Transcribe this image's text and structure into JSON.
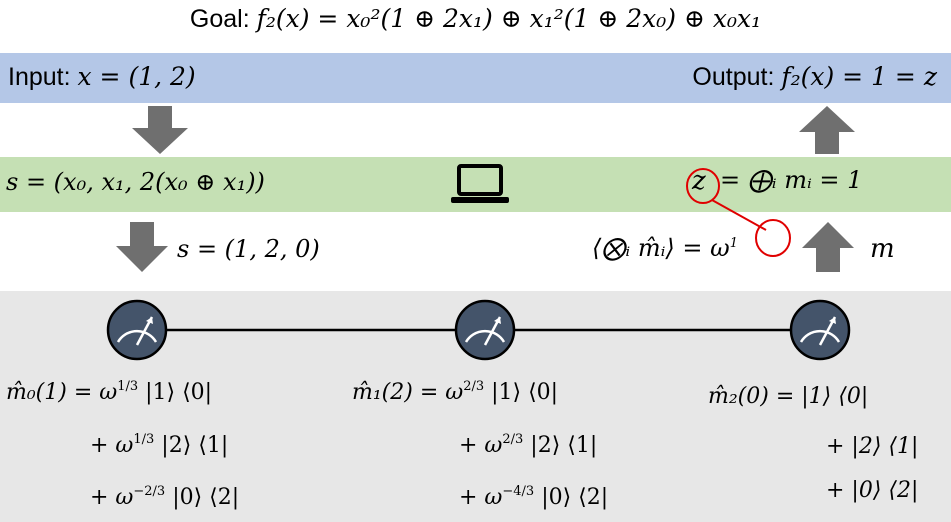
{
  "goal": {
    "prefix": "Goal:",
    "formula": "f₂(x) = x₀²(1 ⊕ 2x₁) ⊕ x₁²(1 ⊕ 2x₀) ⊕ x₀x₁"
  },
  "input": {
    "prefix": "Input:",
    "formula": "x = (1, 2)"
  },
  "output": {
    "prefix": "Output:",
    "formula": "f₂(x) = 1 = z"
  },
  "classical": {
    "s_def": "s = (x₀, x₁, 2(x₀ ⊕ x₁))",
    "z_def": "= ⨁ᵢ mᵢ = 1",
    "z_symbol": "z",
    "computer_icon": "laptop-icon"
  },
  "links": {
    "s_value": "s = (1, 2, 0)",
    "expectation": "⟨⨂ᵢ m̂ᵢ⟩ = ω",
    "exponent_circled": "1",
    "m_label": "m"
  },
  "measurements": [
    {
      "lines": [
        {
          "text": "m̂₀(1) = ω",
          "exp": "1/3",
          "tail": " |1⟩ ⟨0|"
        },
        {
          "text": "+ ω",
          "exp": "1/3",
          "tail": " |2⟩ ⟨1|"
        },
        {
          "text": "+ ω",
          "exp": "−2/3",
          "tail": " |0⟩ ⟨2|"
        }
      ]
    },
    {
      "lines": [
        {
          "text": "m̂₁(2) = ω",
          "exp": "2/3",
          "tail": " |1⟩ ⟨0|"
        },
        {
          "text": "+ ω",
          "exp": "2/3",
          "tail": " |2⟩ ⟨1|"
        },
        {
          "text": "+ ω",
          "exp": "−4/3",
          "tail": " |0⟩ ⟨2|"
        }
      ]
    },
    {
      "lines": [
        {
          "text": "m̂₂(0) = |1⟩ ⟨0|",
          "exp": "",
          "tail": ""
        },
        {
          "text": "+ |2⟩ ⟨1|",
          "exp": "",
          "tail": ""
        },
        {
          "text": "+ |0⟩ ⟨2|",
          "exp": "",
          "tail": ""
        }
      ]
    }
  ],
  "colors": {
    "input_band": "#b4c7e7",
    "compute_band": "#c5e0b4",
    "quantum_band": "#e7e7e7",
    "arrow": "#6f6f6f",
    "meter_fill": "#44546a",
    "highlight": "#e00000"
  }
}
